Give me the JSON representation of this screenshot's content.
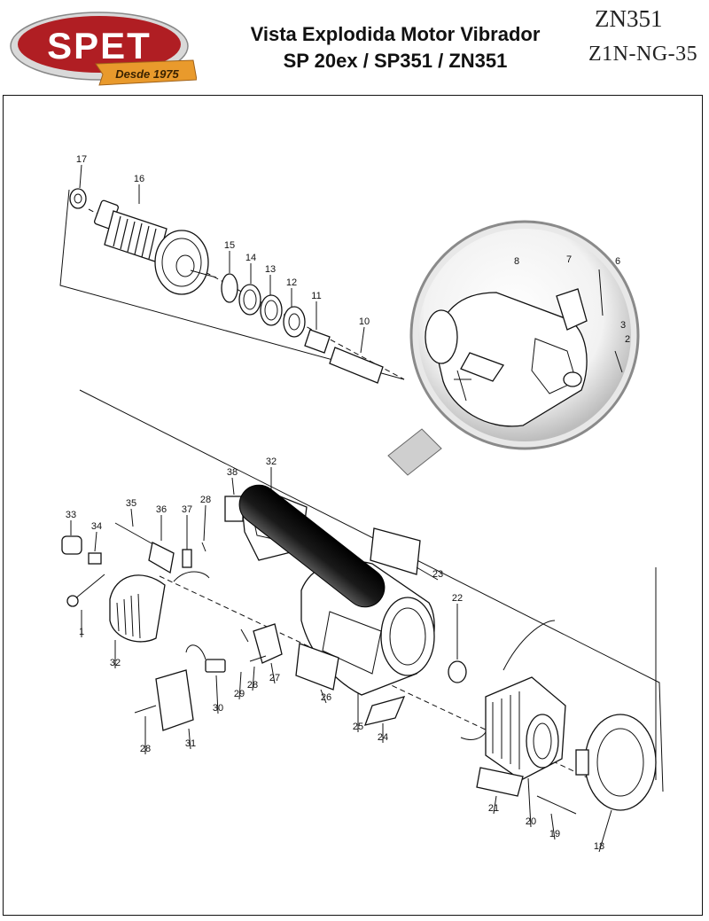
{
  "header": {
    "brand": "SPET",
    "brand_tagline": "Desde 1975",
    "title_line1": "Vista Explodida Motor Vibrador",
    "title_line2": "SP 20ex / SP351 / ZN351",
    "model_code": "ZN351",
    "reference_code": "Z1N-NG-35"
  },
  "colors": {
    "logo_red": "#b01e23",
    "logo_ribbon": "#e99a2c",
    "magnifier_handle": "#1a1a1a"
  },
  "magnifier_labels": [
    "8",
    "7",
    "6",
    "3",
    "2"
  ],
  "part_labels": [
    "17",
    "16",
    "15",
    "14",
    "13",
    "12",
    "11",
    "10",
    "38",
    "32",
    "33",
    "34",
    "35",
    "36",
    "37",
    "28",
    "23",
    "22",
    "1",
    "32",
    "29",
    "28",
    "27",
    "30",
    "26",
    "25",
    "24",
    "28",
    "31",
    "21",
    "20",
    "19",
    "18"
  ]
}
